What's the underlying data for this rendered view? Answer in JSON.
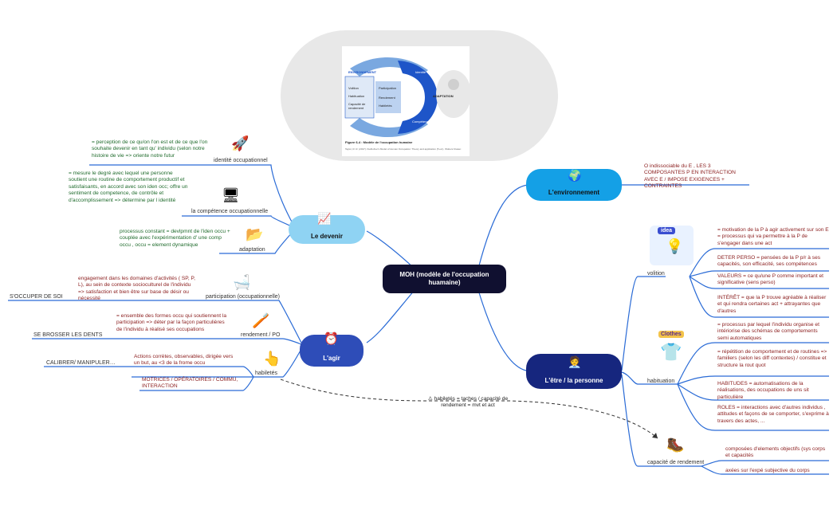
{
  "colors": {
    "center": "#101030",
    "devenir": "#8fd3f3",
    "agir": "#2e4db8",
    "environnement": "#14a0e6",
    "personne": "#16267e",
    "line": "#2a6bd6"
  },
  "center": "MOH (modèle de l'occupation huamaine)",
  "devenir": {
    "title": "Le devenir",
    "icon": "function-graph-icon",
    "branches": [
      {
        "label": "identité occupationnel",
        "icon": "rocket-icon",
        "note": "= perception de ce qu/on l'on est et de ce que l'on souhaite devenir en tant qu' individu (selon notre histoire de vie => oriente notre futur"
      },
      {
        "label": "la compétence occupationnelle",
        "icon": "browser-window-icon",
        "note": "= mesure le degré avec lequel une personne soutient une routine de comportement productif et satisfaisants, en accord avec son iden occ; offre un sentiment de competence, de contrôle et d'accomplissement => détermine par l identité"
      },
      {
        "label": "adaptation",
        "icon": "folders-icon",
        "note": "processus constant = devlpmnt de l'iden occu + couplée avec l'expérimentation d' une comp occu , occu = element dynamique"
      }
    ]
  },
  "agir": {
    "title": "L'agir",
    "icon": "alarm-clock-icon",
    "branches": [
      {
        "label": "participation (occupationnelle)",
        "icon": "bathtub-icon",
        "note": "engagement dans les domaines d'activités ( SP, P, L), au sein de contexte socioculturel de l'individu => satisfaction et bien être sur base de désir ou nécessité",
        "example": "S'OCCUPER DE SOI"
      },
      {
        "label": "rendement / PO",
        "icon": "toothbrush-icon",
        "note": "= ensemble des formes occu qui soutiennent la participation => déter par la façon particulières de l'individu à réalisé ses occupations",
        "example": "SE BROSSER LES DENTS"
      },
      {
        "label": "habiletés",
        "icon": "pointing-hand-icon",
        "note": "Actions corrètes, observables, dirigée vers un but, au <3 de la frome occu",
        "example": "CALIBRER/ MANIPULER…",
        "note2": "MOTRICES / OPÉRATOIRES / COMMU, INTERACTION"
      }
    ]
  },
  "environnement": {
    "title": "L'environnement",
    "icon": "globe-icon",
    "note": "O indissociable du E ,  LES 3 COMPOSANTES P EN INTERACTION AVEC E  / IMPOSE EXIGENCES + CONTRAINTES"
  },
  "personne": {
    "title": "L'être / la personne",
    "icon": "person-icon",
    "volition": {
      "label": "volition",
      "icon": "idea-illustration-icon",
      "badge": "idea",
      "notes": [
        "= motivation de la P à agir activement sur son E  = processus qui va permettre à la P de s'engager dans une act",
        "DETER PERSO = pensées de la P p/r à ses capacités, son efficacité, ses compétences",
        "VALEURS = ce qu/une P comme important et significative (sens perso)",
        "INTÉRÊT =  que la P  trouve agréable à réaliser et qui rendra certaines act + attrayantes que d'autres"
      ]
    },
    "habituation": {
      "label": "habituation",
      "icon": "clothes-illustration-icon",
      "badge": "Clothes",
      "notes": [
        "= processus par lequel l'individu organise et intériorise des schémas de comportements semi automatiques",
        "= répétition de comportement et de routines => familiers (selon les diff contextes) / constitue et structure la rout quot",
        "HABITUDES = automatisations de la réalisations, des occupations de uns sit particulière",
        "ROLES = interactions avec d'autres individus , attitudes et façons de se comporter, s'exprime à travers des actes, ..."
      ]
    },
    "capacite": {
      "label": "capacité de rendement",
      "icon": "hiker-icon",
      "notes": [
        "composées d'elements objectifs (sys corps et capacités",
        "axées sur l'expé subjective du corps"
      ]
    }
  },
  "cross_link": "⚠ habiletés = taches / capacité de rendement = mvt et act",
  "figure": {
    "environment": "ENVIRONNEMENT",
    "volition": "Volition",
    "habituation": "Habituation",
    "capacity": "Capacité de rendement",
    "participation": "Participation",
    "performance": "Rendement",
    "skills": "Habiletés",
    "identity": "Identité",
    "competence": "Compétence",
    "adaptation": "ADAPTATION",
    "caption": "Figure 6-4 : Modèle de l'occupation humaine",
    "source": "Taylor, R. R. (2017). Kielhofner's Model of Human Occupation: Theory and application (5 ed.). Wolters Kluwer."
  }
}
